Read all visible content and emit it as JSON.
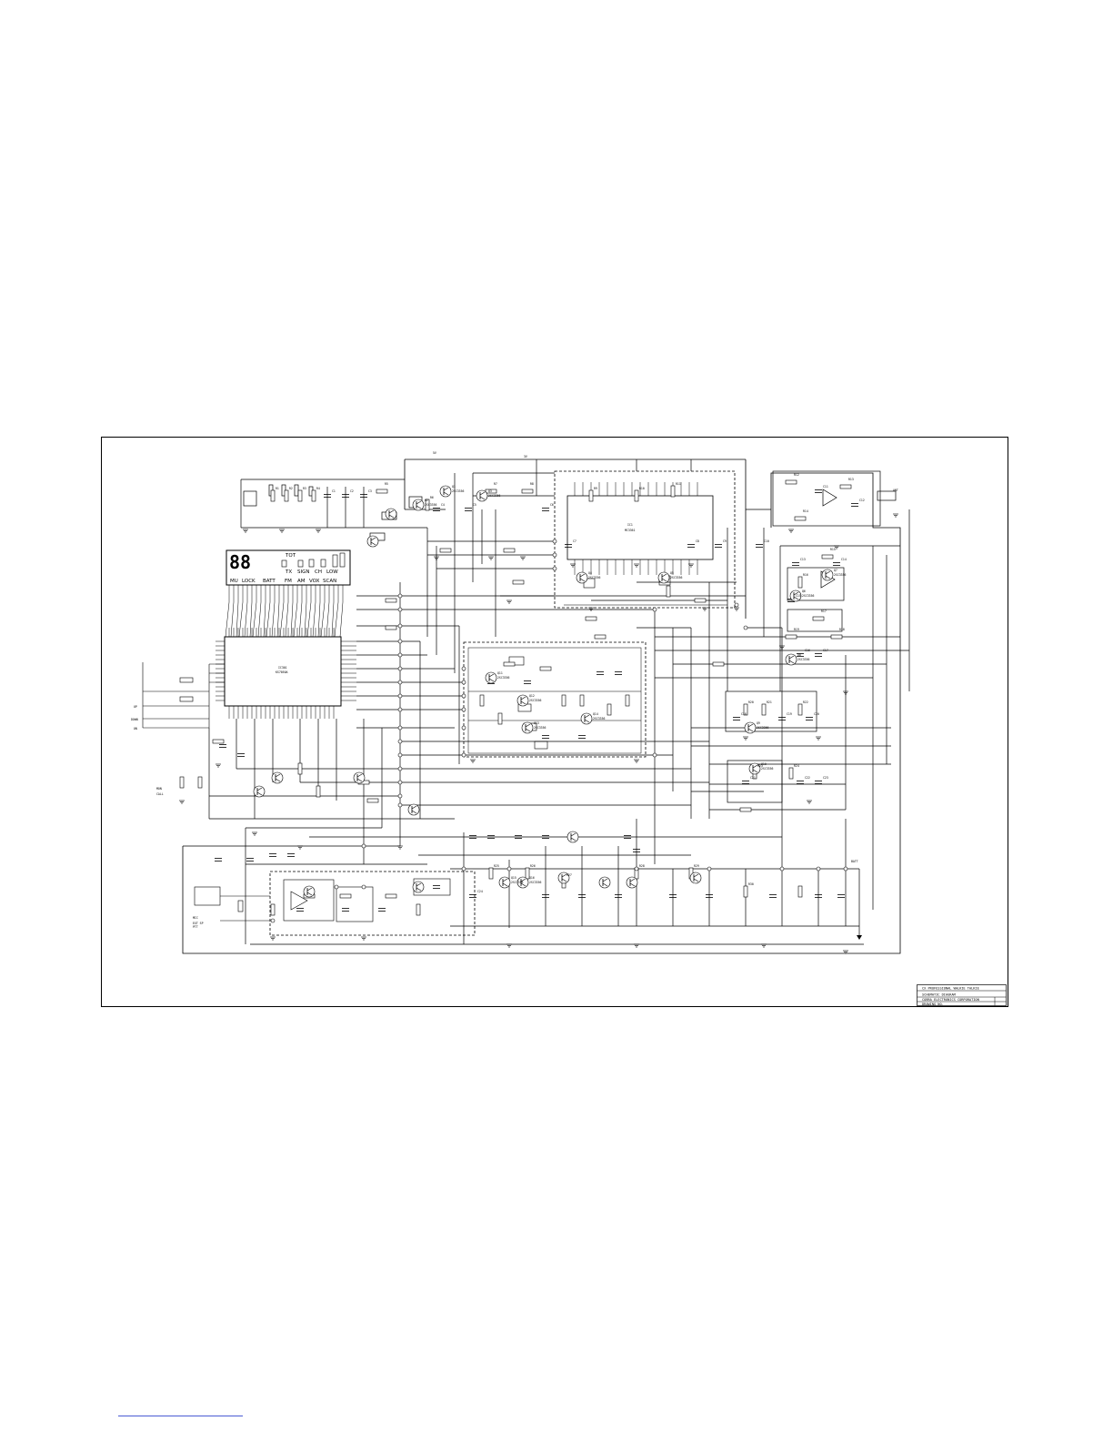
{
  "lcd": {
    "digits": "88",
    "icon_row1": [
      "TX",
      "SIGN",
      "CH",
      "LOW"
    ],
    "icon_row2": [
      "MU",
      "LOCK",
      "BATT",
      "FM",
      "AM",
      "VOX",
      "SCAN"
    ],
    "icon_top": "TOT"
  },
  "ic_main": {
    "ref": "IC301",
    "part": "KS7050A"
  },
  "ic_rf": {
    "ref": "IC1",
    "part": "MC3361"
  },
  "title_block": {
    "line1": "CX PROFESSIONAL WALKIE TALKIE",
    "line2": "SCHEMATIC DIAGRAM",
    "line3": "COBRA ELECTRONICS CORPORATION",
    "line4": "DRAWING NO."
  },
  "labels": {
    "top_bus": "5V",
    "reg": "3V",
    "mic": "MIC",
    "ext_sp": "EXT SP",
    "ptt": "PTT",
    "ant": "ANT",
    "up": "UP",
    "down": "DOWN",
    "mon": "MON",
    "call": "CALL",
    "on": "ON",
    "batt": "BATT",
    "transistors": [
      "Q1",
      "Q2",
      "Q3",
      "Q4",
      "Q5",
      "Q6",
      "Q7",
      "Q8",
      "Q9",
      "Q10",
      "Q11",
      "Q12",
      "Q13",
      "Q14",
      "Q15",
      "Q16"
    ],
    "resistors": [
      "R1",
      "R2",
      "R3",
      "R4",
      "R5",
      "R6",
      "R7",
      "R8",
      "R9",
      "R10",
      "R11",
      "R12",
      "R13",
      "R14",
      "R15",
      "R16",
      "R17",
      "R18",
      "R19",
      "R20",
      "R21",
      "R22",
      "R23",
      "R24",
      "R25",
      "R26",
      "R27",
      "R28",
      "R29",
      "R30"
    ],
    "capacitors": [
      "C1",
      "C2",
      "C3",
      "C4",
      "C5",
      "C6",
      "C7",
      "C8",
      "C9",
      "C10",
      "C11",
      "C12",
      "C13",
      "C14",
      "C15",
      "C16",
      "C17",
      "C18",
      "C19",
      "C20",
      "C21",
      "C22",
      "C23",
      "C24"
    ],
    "transistor_part": "2SC3356"
  },
  "colors": {
    "ink": "#000000",
    "paper": "#ffffff",
    "link": "#4a5bd4"
  }
}
